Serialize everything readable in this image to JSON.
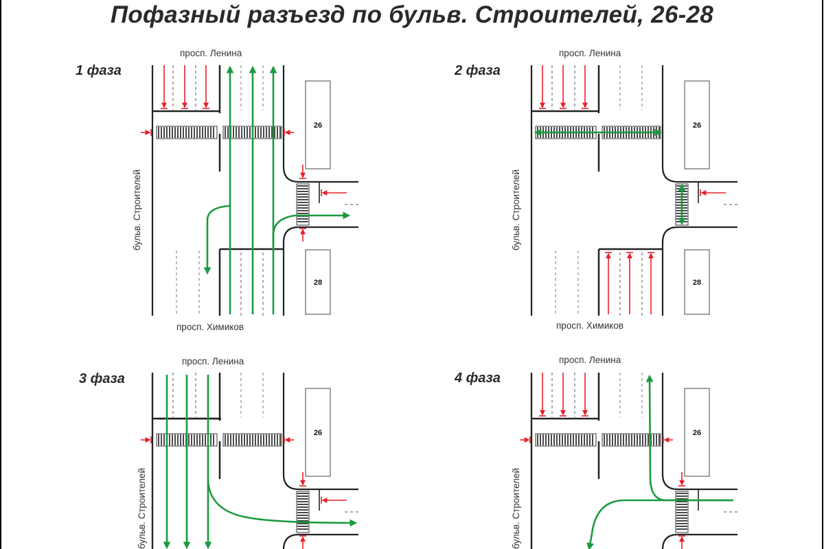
{
  "title": "Пофазный разъезд по бульв. Строителей, 26-28",
  "streets": {
    "north": "просп. Ленина",
    "south": "просп. Химиков",
    "west": "бульв. Строителей"
  },
  "buildings": {
    "upper": "26",
    "lower": "28"
  },
  "phases": [
    {
      "label": "1 фаза"
    },
    {
      "label": "2 фаза"
    },
    {
      "label": "3 фаза"
    },
    {
      "label": "4 фаза"
    }
  ],
  "colors": {
    "allowed_movement": "#1a9a3e",
    "stop_marker": "#e5202a",
    "road_edge": "#222222"
  }
}
